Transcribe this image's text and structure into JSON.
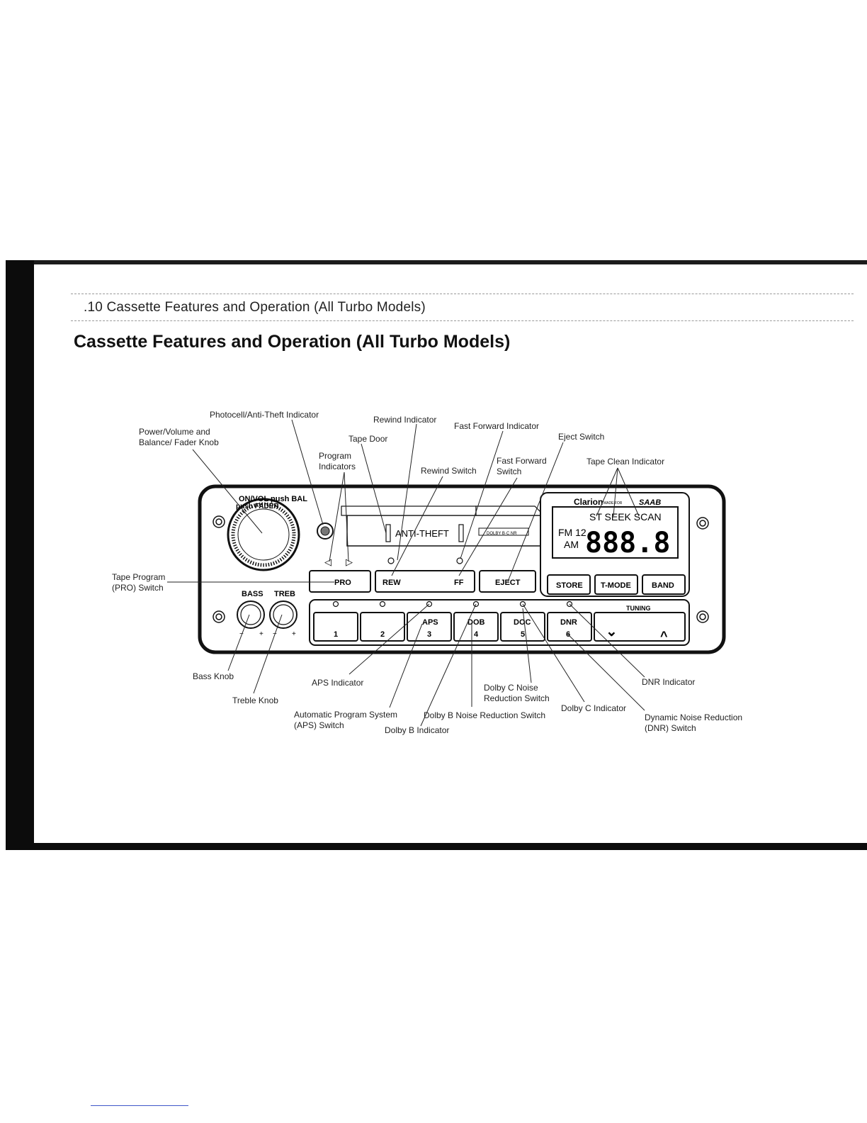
{
  "header": {
    "running_head": ".10  Cassette Features and Operation (All Turbo Models)",
    "title": "Cassette Features and Operation (All Turbo Models)"
  },
  "radio": {
    "knob_label_line1": "ON/VOL push BAL",
    "knob_label_line2": "push FADER",
    "tape_display": "ANTI-THEFT",
    "dolby_badge": "DOLBY B·C NR",
    "brand": "Clarion",
    "brand_sub": "MADE FOR",
    "brand_car": "SAAB",
    "lcd_top": "ST  SEEK  SCAN",
    "lcd_fm": "FM 12",
    "lcd_am": "AM",
    "lcd_digits": "888.8",
    "pro": "PRO",
    "rew": "REW",
    "ff": "FF",
    "eject": "EJECT",
    "store": "STORE",
    "tmode": "T-MODE",
    "band": "BAND",
    "bass": "BASS",
    "treb": "TREB",
    "minus": "−",
    "plus": "+",
    "tuning": "TUNING",
    "preset1": "1",
    "preset2": "2",
    "preset3_top": "APS",
    "preset3": "3",
    "preset4_top": "DOB",
    "preset4": "4",
    "preset5_top": "DOC",
    "preset5": "5",
    "preset6_top": "DNR",
    "preset6": "6",
    "tune_down": "⌄",
    "tune_up": "^",
    "arrow_left": "◁",
    "arrow_right": "▷"
  },
  "callouts": {
    "photocell": "Photocell/Anti-Theft Indicator",
    "power_volume": "Power/Volume and\nBalance/ Fader Knob",
    "rewind_indicator": "Rewind Indicator",
    "tape_door": "Tape Door",
    "ff_indicator": "Fast Forward Indicator",
    "eject_switch": "Eject Switch",
    "program_indicators": "Program\nIndicators",
    "rewind_switch": "Rewind Switch",
    "ff_switch": "Fast Forward\nSwitch",
    "tape_clean": "Tape Clean Indicator",
    "tape_program": "Tape Program\n(PRO) Switch",
    "bass_knob": "Bass Knob",
    "treble_knob": "Treble Knob",
    "aps_indicator": "APS Indicator",
    "aps_switch": "Automatic Program System\n(APS) Switch",
    "dolby_b_indicator": "Dolby B Indicator",
    "dolby_b_switch": "Dolby B Noise Reduction Switch",
    "dolby_c_switch": "Dolby C Noise\nReduction Switch",
    "dolby_c_indicator": "Dolby C Indicator",
    "dnr_indicator": "DNR Indicator",
    "dnr_switch": "Dynamic Noise Reduction\n(DNR) Switch"
  }
}
